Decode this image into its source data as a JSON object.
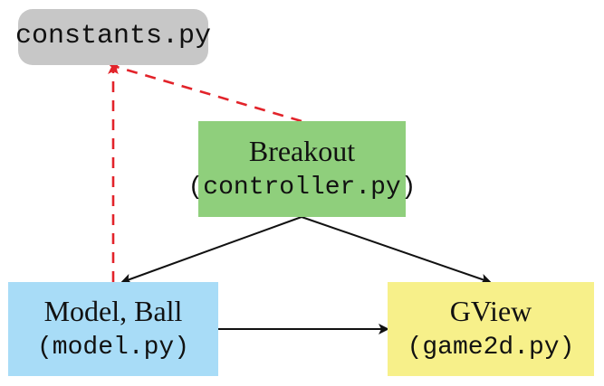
{
  "diagram": {
    "nodes": {
      "constants": {
        "file": "constants.py",
        "fill_color": "#c7c7c7"
      },
      "controller": {
        "title": "Breakout",
        "file": "(controller.py)",
        "fill_color": "#8fcf7c"
      },
      "model": {
        "title": "Model, Ball",
        "file": "(model.py)",
        "fill_color": "#a8dcf7"
      },
      "view": {
        "title": "GView",
        "file": "(game2d.py)",
        "fill_color": "#f7f08a"
      }
    },
    "edges": [
      {
        "from": "controller",
        "to": "model",
        "style": "solid",
        "color": "#111111"
      },
      {
        "from": "controller",
        "to": "view",
        "style": "solid",
        "color": "#111111"
      },
      {
        "from": "model",
        "to": "view",
        "style": "solid",
        "color": "#111111"
      },
      {
        "from": "controller",
        "to": "constants",
        "style": "dashed",
        "color": "#e2232a"
      },
      {
        "from": "model",
        "to": "constants",
        "style": "dashed",
        "color": "#e2232a"
      }
    ]
  }
}
